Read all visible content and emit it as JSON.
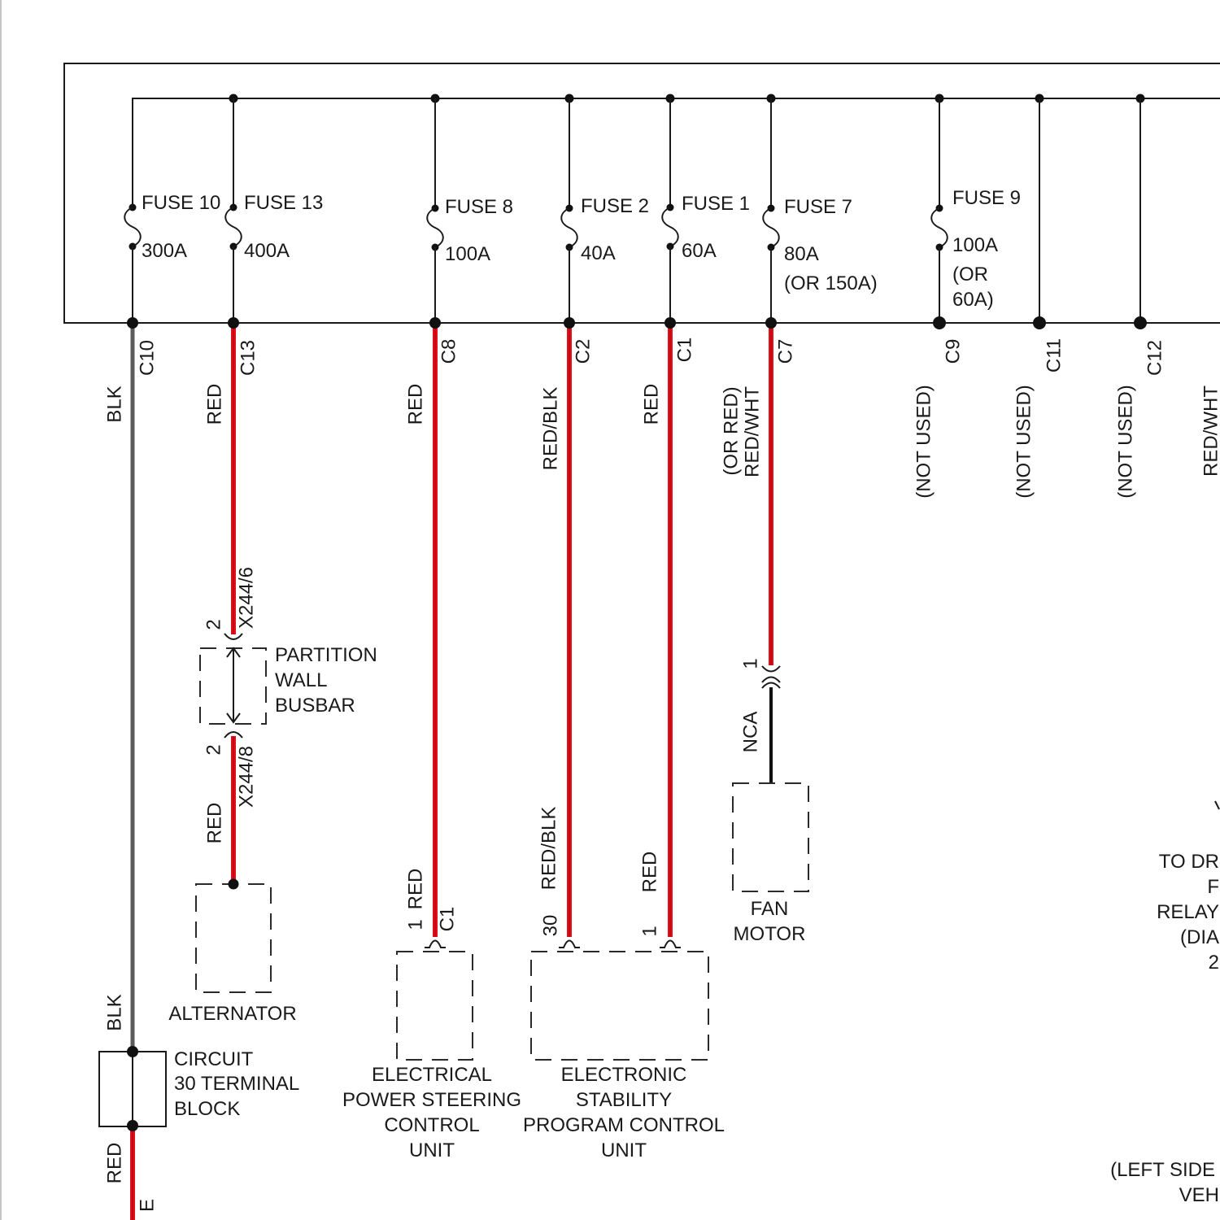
{
  "fuse_box": {
    "fuses": [
      {
        "name": "FUSE 10",
        "rating": "300A",
        "connector": "C10",
        "wire": "BLK"
      },
      {
        "name": "FUSE 13",
        "rating": "400A",
        "connector": "C13",
        "wire": "RED"
      },
      {
        "name": "FUSE 8",
        "rating": "100A",
        "connector": "C8",
        "wire": "RED"
      },
      {
        "name": "FUSE 2",
        "rating": "40A",
        "connector": "C2",
        "wire": "RED/BLK"
      },
      {
        "name": "FUSE 1",
        "rating": "60A",
        "connector": "C1",
        "wire": "RED"
      },
      {
        "name": "FUSE 7",
        "rating": "80A",
        "rating_alt": "(OR 150A)",
        "connector": "C7",
        "wire": "RED/WHT",
        "wire_alt": "(OR RED)"
      },
      {
        "name": "FUSE 9",
        "rating": "100A",
        "rating_alt": [
          "(OR",
          "60A)"
        ],
        "connector": "C9",
        "status": "(NOT USED)"
      }
    ],
    "spare_outputs": [
      {
        "connector": "C11",
        "status": "(NOT USED)"
      },
      {
        "connector": "C12",
        "status": "(NOT USED)"
      }
    ],
    "edge_wire": "RED/WHT"
  },
  "circuit_30_block": {
    "label": [
      "CIRCUIT",
      "30 TERMINAL",
      "BLOCK"
    ],
    "wire_in": "BLK",
    "wire_out": "RED",
    "pin": "E"
  },
  "partition_wall_busbar": {
    "label": [
      "PARTITION",
      "WALL",
      "BUSBAR"
    ],
    "input": {
      "pin": "2",
      "connector": "X244/6"
    },
    "output": {
      "pin": "2",
      "connector": "X244/8"
    },
    "wire_out": "RED"
  },
  "alternator": {
    "label": "ALTERNATOR"
  },
  "eps_unit": {
    "label": [
      "ELECTRICAL",
      "POWER STEERING",
      "CONTROL",
      "UNIT"
    ],
    "wire": "RED",
    "pin": "1",
    "connector": "C1"
  },
  "esp_unit": {
    "label": [
      "ELECTRONIC",
      "STABILITY",
      "PROGRAM CONTROL",
      "UNIT"
    ],
    "pins": [
      {
        "pin": "30",
        "wire": "RED/BLK"
      },
      {
        "pin": "1",
        "wire": "RED"
      }
    ]
  },
  "fan_motor": {
    "label": [
      "FAN",
      "MOTOR"
    ],
    "pin": "1",
    "wire": "NCA"
  },
  "offpage": {
    "lines": [
      "TO DR",
      "F",
      "RELAY",
      "(DIA",
      "2"
    ],
    "note": [
      "(LEFT SIDE",
      "VEH"
    ]
  },
  "colors": {
    "red_wire": "#e3101b",
    "black_wire": "#5b5b5b",
    "line": "#1a1a1a",
    "background": "#ffffff"
  }
}
